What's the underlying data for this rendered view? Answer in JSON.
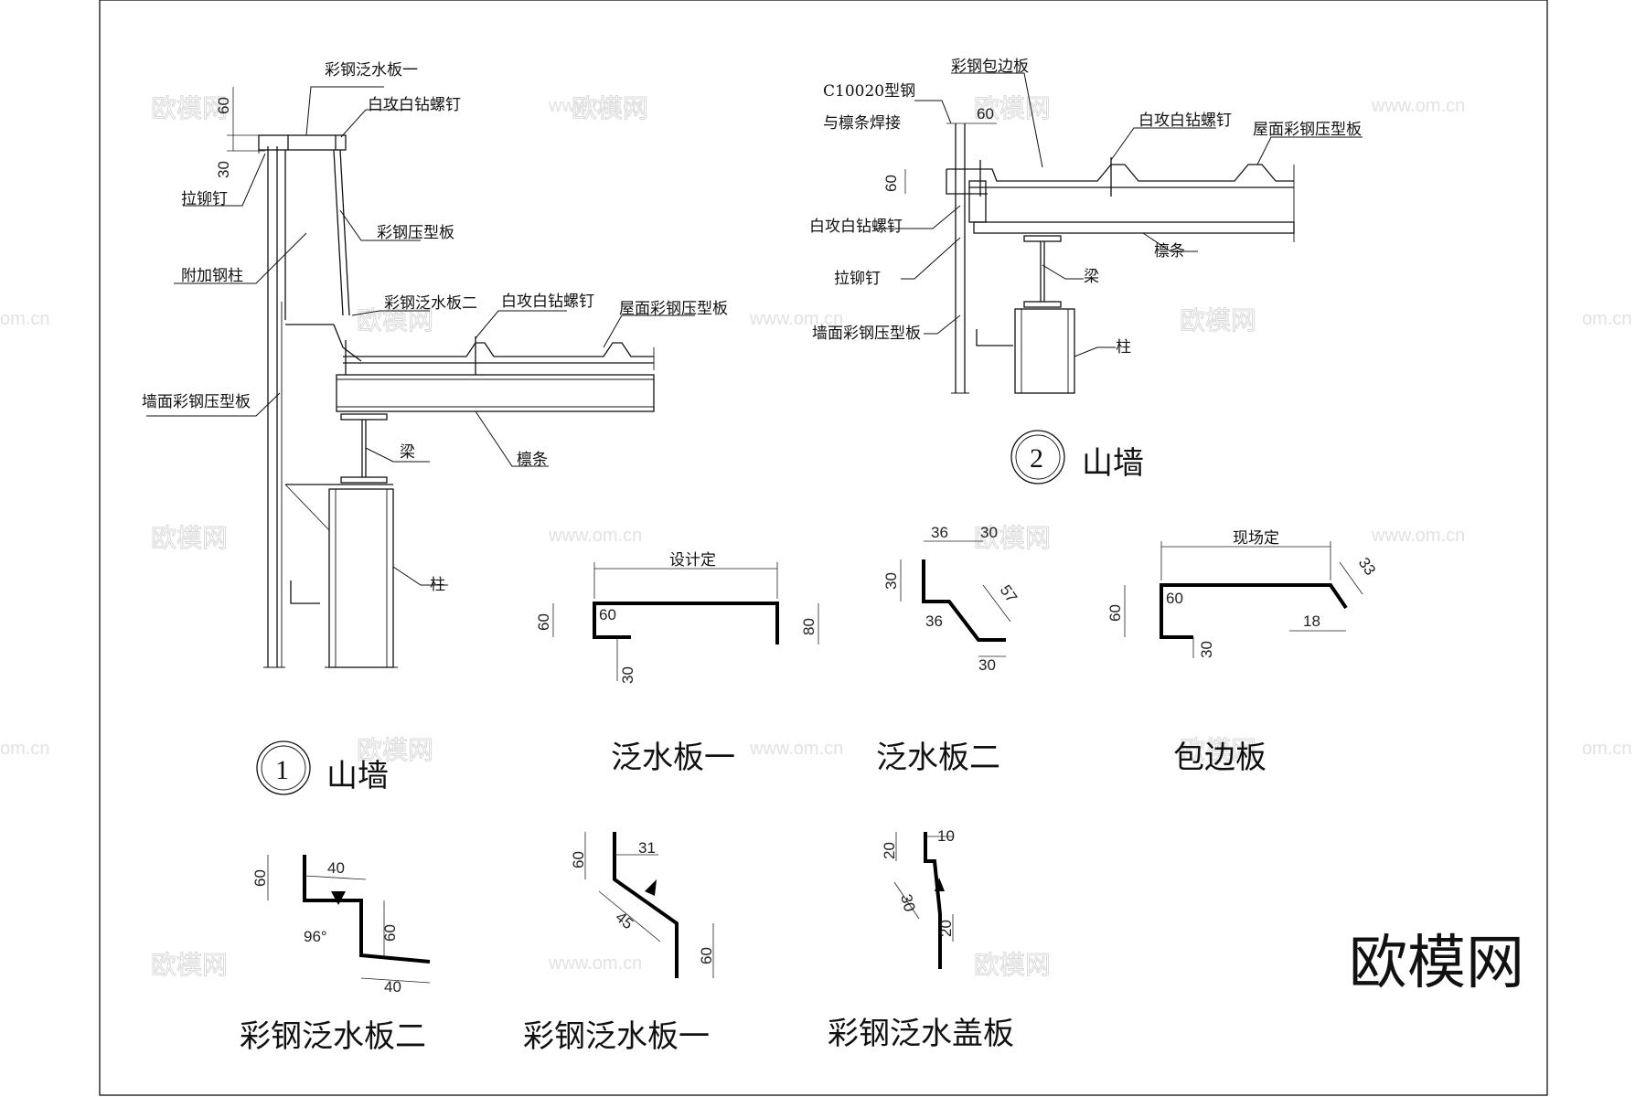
{
  "watermark": {
    "brand": "欧模网",
    "site": "www.om.cn",
    "edge_site": "om.cn"
  },
  "logo": "欧模网",
  "detail1": {
    "number": "1",
    "title": "山墙",
    "labels": {
      "flashing1": "彩钢泛水板一",
      "screw_top": "白攻白钻螺钉",
      "rivet": "拉铆钉",
      "profiled_sheet": "彩钢压型板",
      "extra_column": "附加钢柱",
      "flashing2": "彩钢泛水板二",
      "screw_roof": "白攻白钻螺钉",
      "roof_sheet": "屋面彩钢压型板",
      "wall_sheet": "墙面彩钢压型板",
      "beam": "梁",
      "purlin": "檩条",
      "column": "柱"
    },
    "dims": {
      "d60": "60",
      "d30": "30"
    }
  },
  "detail2": {
    "number": "2",
    "title": "山墙",
    "labels": {
      "edge_board": "彩钢包边板",
      "c_steel": "C10020型钢",
      "weld": "与檩条焊接",
      "screw_roof": "白攻白钻螺钉",
      "roof_sheet": "屋面彩钢压型板",
      "screw_side": "白攻白钻螺钉",
      "purlin": "檩条",
      "rivet": "拉铆钉",
      "beam": "梁",
      "wall_sheet": "墙面彩钢压型板",
      "column": "柱"
    },
    "dims": {
      "d60_top": "60",
      "d60_side": "60"
    }
  },
  "profiles": {
    "flashing1": {
      "caption": "泛水板一",
      "top_note": "设计定",
      "dims": {
        "left": "60",
        "inner": "60",
        "right": "80",
        "bottom": "30"
      }
    },
    "flashing2": {
      "caption": "泛水板二",
      "dims": {
        "top1": "36",
        "top2": "30",
        "left": "30",
        "slope": "57",
        "mid": "36",
        "bottom": "30"
      }
    },
    "edge": {
      "caption": "包边板",
      "top_note": "现场定",
      "dims": {
        "left": "60",
        "inner": "60",
        "bottom": "30",
        "right": "18",
        "lip": "33"
      }
    }
  },
  "lower": {
    "steel_flashing2": {
      "caption": "彩钢泛水板二",
      "dims": {
        "left": "60",
        "top": "40",
        "angle": "96°",
        "mid": "60",
        "bottom": "40"
      }
    },
    "steel_flashing1": {
      "caption": "彩钢泛水板一",
      "dims": {
        "left": "60",
        "top": "31",
        "slope": "45",
        "right": "60"
      }
    },
    "cap_flashing": {
      "caption": "彩钢泛水盖板",
      "dims": {
        "top": "10",
        "left": "20",
        "slope": "30",
        "bottom": "20"
      }
    }
  }
}
